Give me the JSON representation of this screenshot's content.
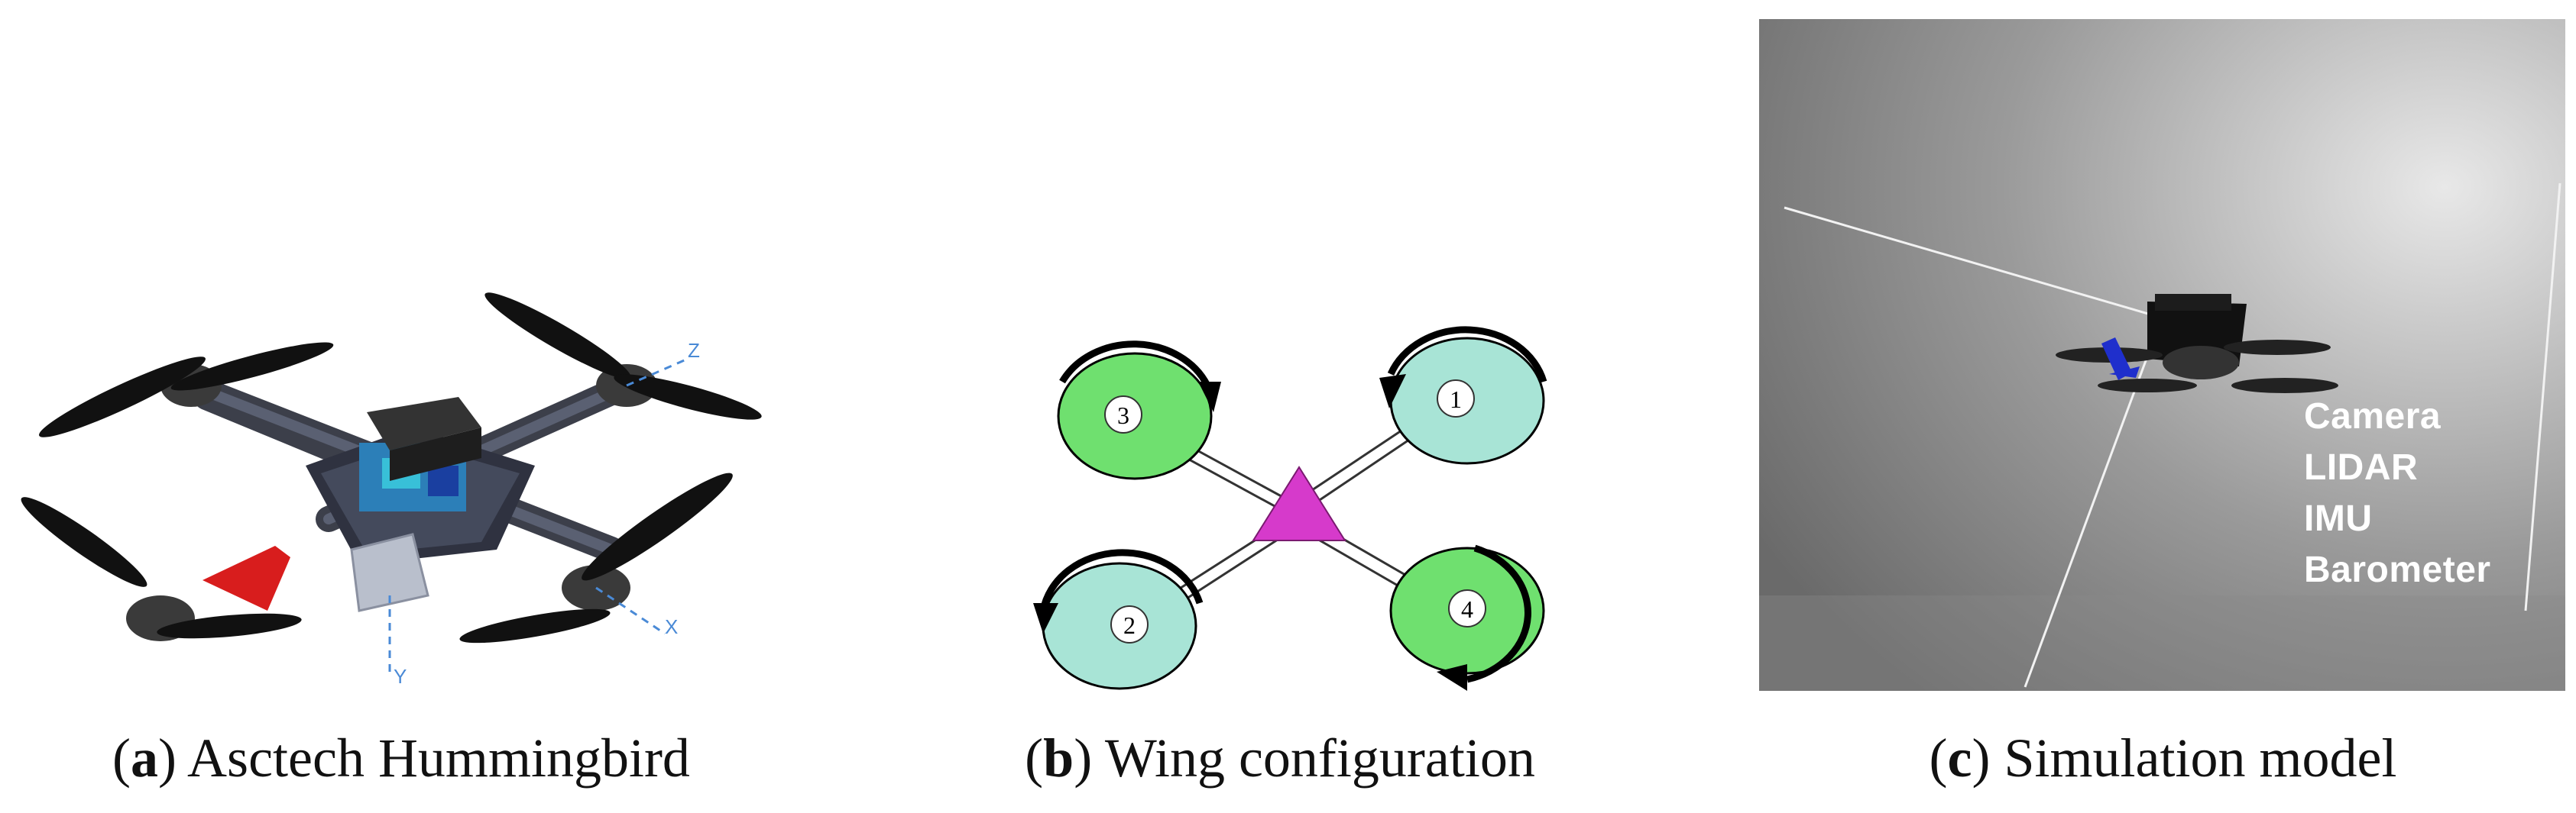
{
  "figures": {
    "a": {
      "letter": "a",
      "caption": "Asctech Hummingbird",
      "axis_labels": {
        "z": "Z",
        "x": "X",
        "y": "Y"
      }
    },
    "b": {
      "letter": "b",
      "caption": "Wing configuration",
      "rotors": [
        "1",
        "2",
        "3",
        "4"
      ],
      "colors": {
        "green": "#6fe06f",
        "teal": "#a8e4d6",
        "body": "#d63acb"
      }
    },
    "c": {
      "letter": "c",
      "caption": "Simulation model",
      "sensors": [
        "Camera",
        "LIDAR",
        "IMU",
        "Barometer"
      ]
    }
  }
}
